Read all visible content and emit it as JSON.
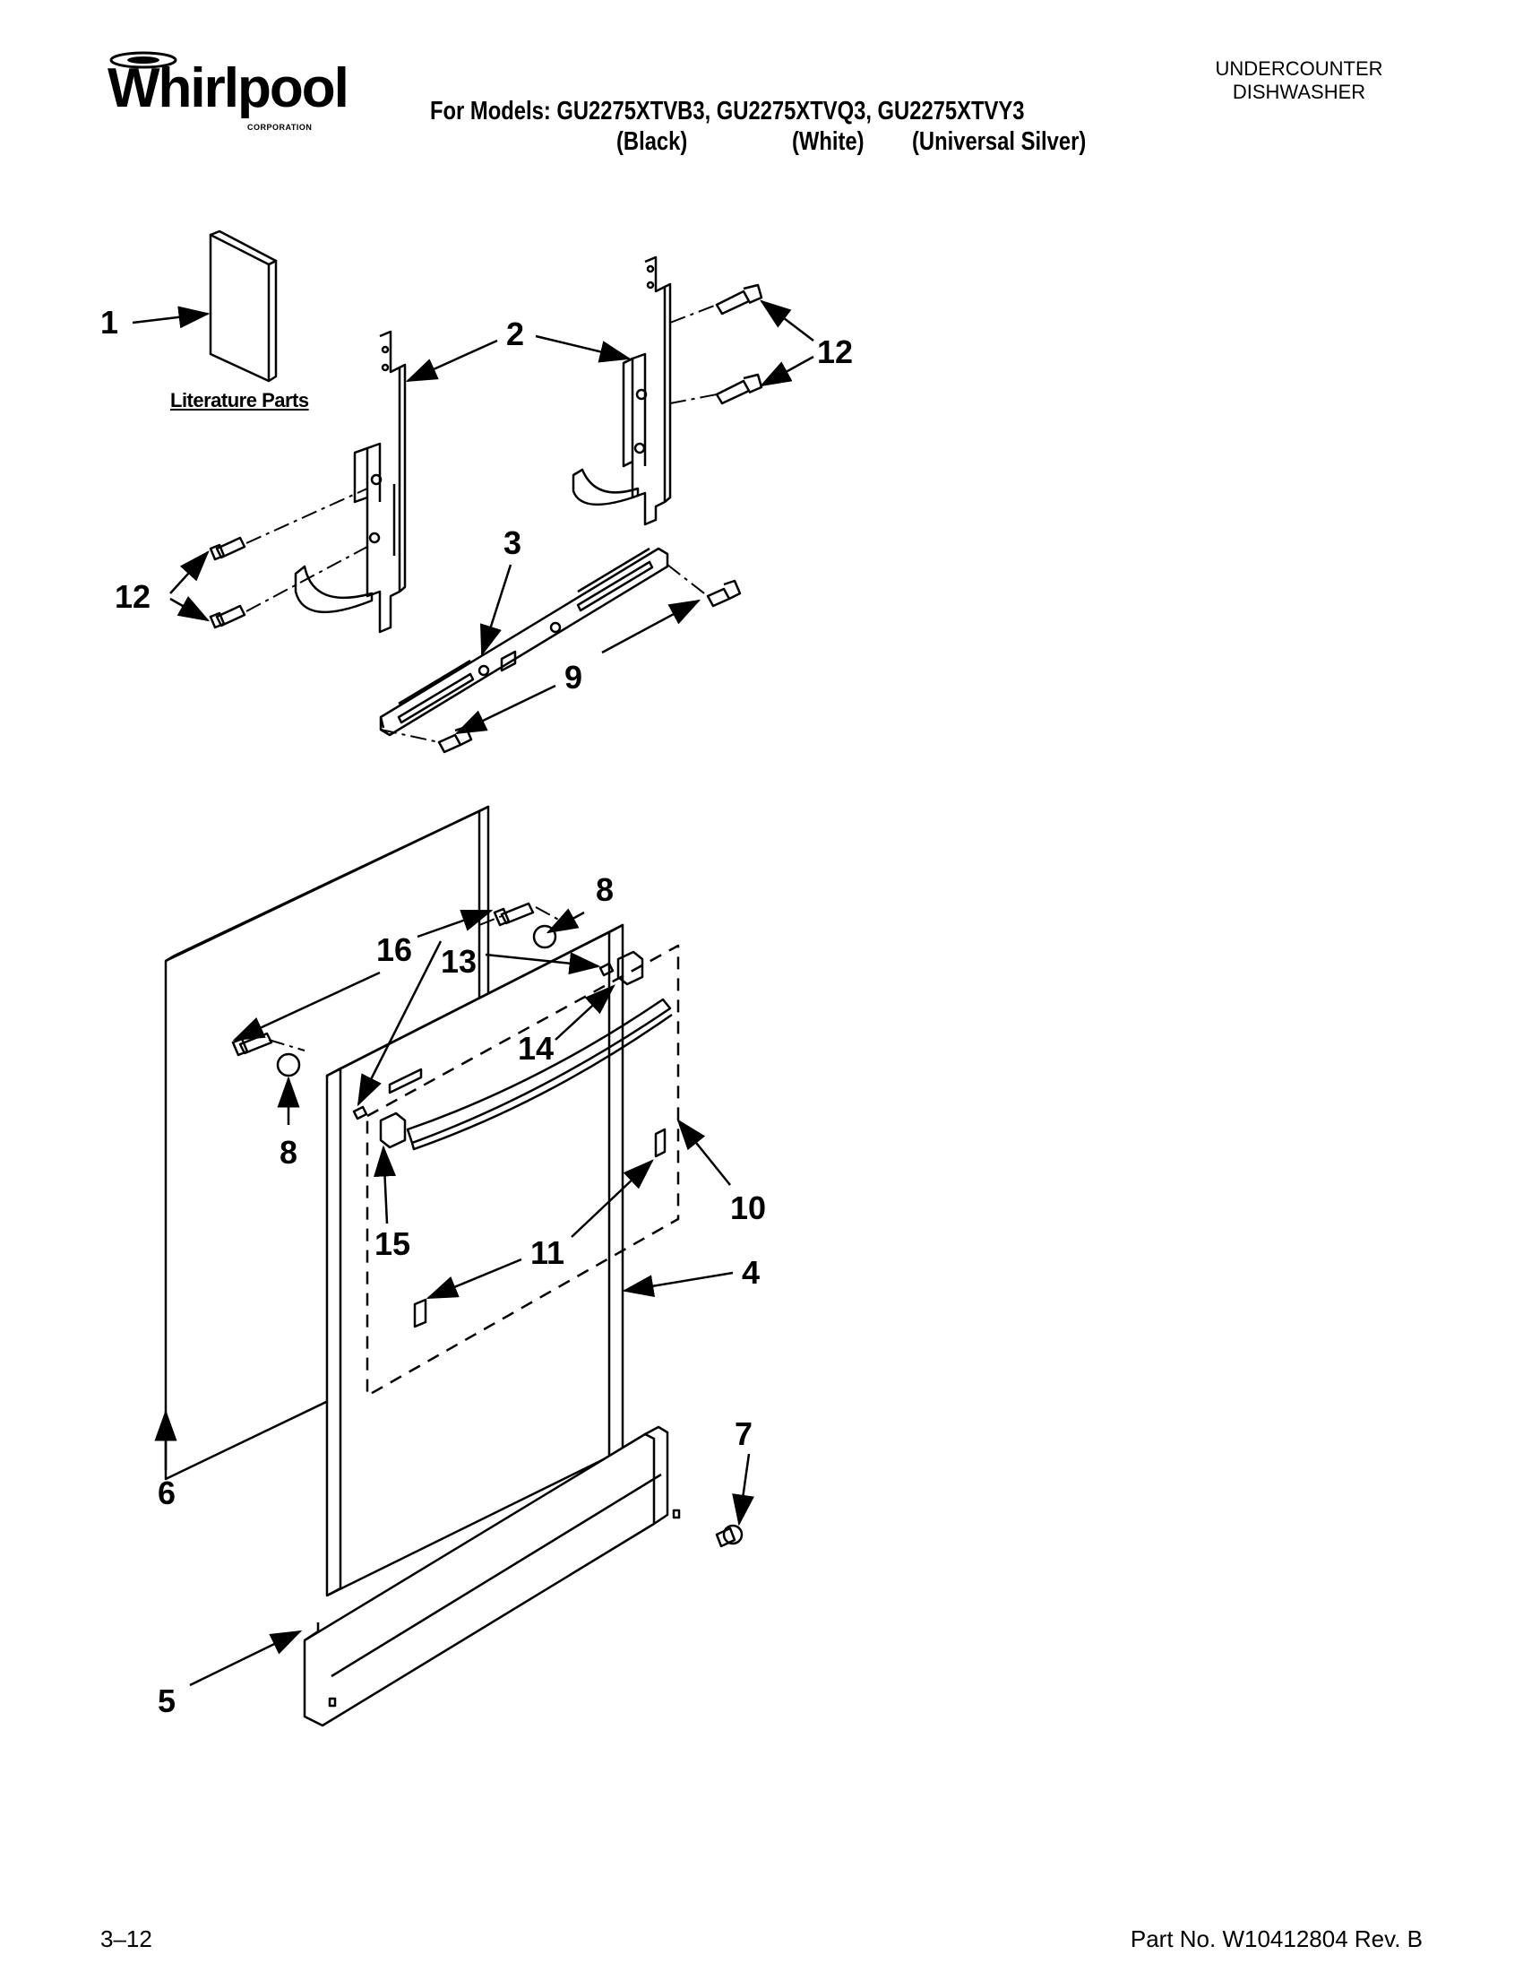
{
  "header": {
    "brand": "Whirlpool",
    "brand_sub": "CORPORATION",
    "models_line": "For Models: GU2275XTVB3, GU2275XTVQ3, GU2275XTVY3",
    "colors": [
      "(Black)",
      "(White)",
      "(Universal Silver)"
    ],
    "category": [
      "UNDERCOUNTER",
      "DISHWASHER"
    ]
  },
  "diagram": {
    "literature_label": "Literature Parts",
    "callouts": [
      "1",
      "2",
      "12",
      "12",
      "3",
      "9",
      "8",
      "16",
      "13",
      "14",
      "8",
      "15",
      "10",
      "11",
      "4",
      "6",
      "7",
      "5"
    ]
  },
  "footer": {
    "page": "3–12",
    "part_no": "Part No. W10412804 Rev. B"
  }
}
